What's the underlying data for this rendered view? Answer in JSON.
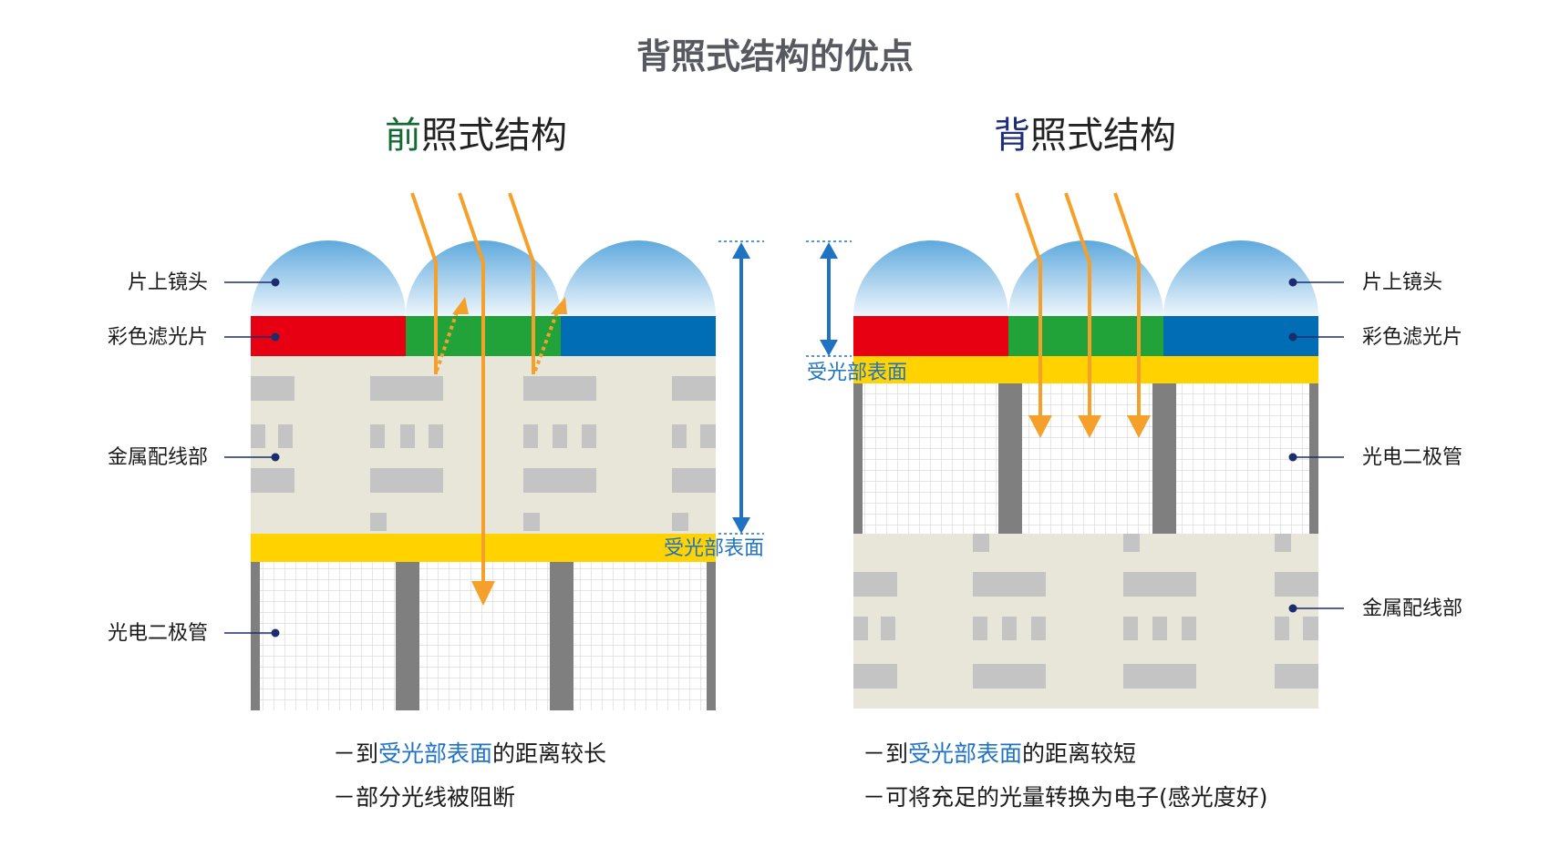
{
  "title": "背照式结构的优点",
  "colors": {
    "lens_top": "#5ea9dd",
    "lens_bottom": "#eef6fc",
    "filter_red": "#e60012",
    "filter_green": "#22a33a",
    "filter_blue": "#006db5",
    "wiring_bg": "#e8e5d9",
    "wiring_block": "#c4c4c4",
    "surface_yellow": "#ffd200",
    "photodiode_grid": "#d6d6d6",
    "separator_gray": "#7f7f7f",
    "light_orange": "#f4a02a",
    "arrow_blue": "#1f73c2",
    "leader_navy": "#1c2d6e",
    "accent_green": "#146a33",
    "accent_navy": "#1d2d7a"
  },
  "front": {
    "title_accent": "前",
    "title_rest": "照式结构",
    "labels": {
      "lens": "片上镜头",
      "filter": "彩色滤光片",
      "wiring": "金属配线部",
      "photodiode": "光电二极管"
    },
    "surface_label": "受光部表面",
    "notes": [
      {
        "dash": "－",
        "prefix": "到",
        "highlight": "受光部表面",
        "suffix": "的距离较长"
      },
      {
        "dash": "－",
        "prefix": "部分光线被阻断",
        "highlight": "",
        "suffix": ""
      }
    ]
  },
  "back": {
    "title_accent": "背",
    "title_rest": "照式结构",
    "labels": {
      "lens": "片上镜头",
      "filter": "彩色滤光片",
      "photodiode": "光电二极管",
      "wiring": "金属配线部"
    },
    "surface_label": "受光部表面",
    "notes": [
      {
        "dash": "－",
        "prefix": "到",
        "highlight": "受光部表面",
        "suffix": "的距离较短"
      },
      {
        "dash": "－",
        "prefix": "可将充足的光量转换为电子(感光度好)",
        "highlight": "",
        "suffix": ""
      }
    ]
  }
}
